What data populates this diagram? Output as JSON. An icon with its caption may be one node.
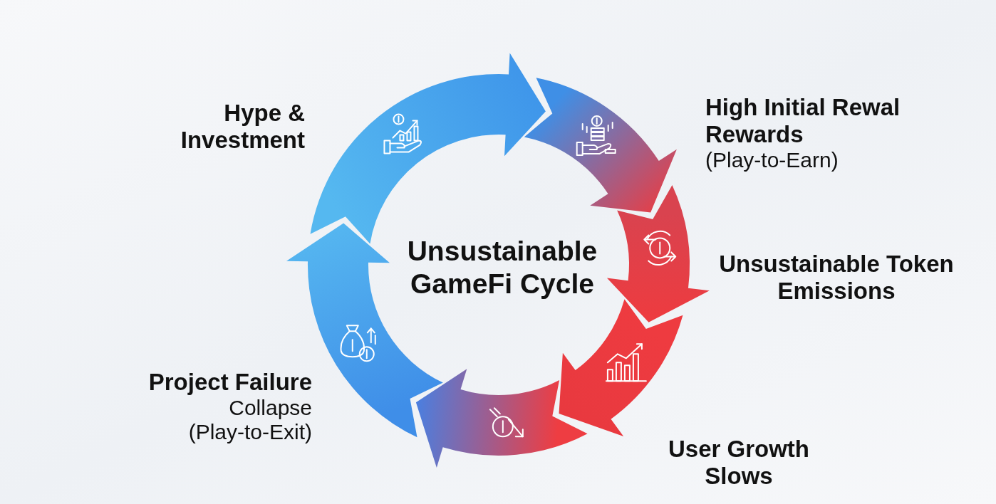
{
  "diagram": {
    "nodes": [
      {
        "text": [
          "Unsustainable GameFi Cycle"
        ]
      },
      {
        "text": [],
        "shape": "arrow",
        "beside": [
          "Hype & Investment"
        ]
      },
      {
        "text": [],
        "shape": "arrow",
        "beside": [
          "High Initial Rewal Rewards",
          "(Play-to-Earn)"
        ]
      },
      {
        "text": [],
        "shape": "arrow",
        "beside": [
          "Unsustainable Token Emissions"
        ]
      },
      {
        "text": [],
        "shape": "arrow",
        "beside": [
          "User Growth Slows"
        ]
      },
      {
        "text": [],
        "shape": "arrow",
        "beside": [
          "Project Failure",
          "Collapse",
          "(Play-to-Exit)"
        ]
      },
      {
        "text": [],
        "shape": "arrow"
      }
    ]
  }
}
